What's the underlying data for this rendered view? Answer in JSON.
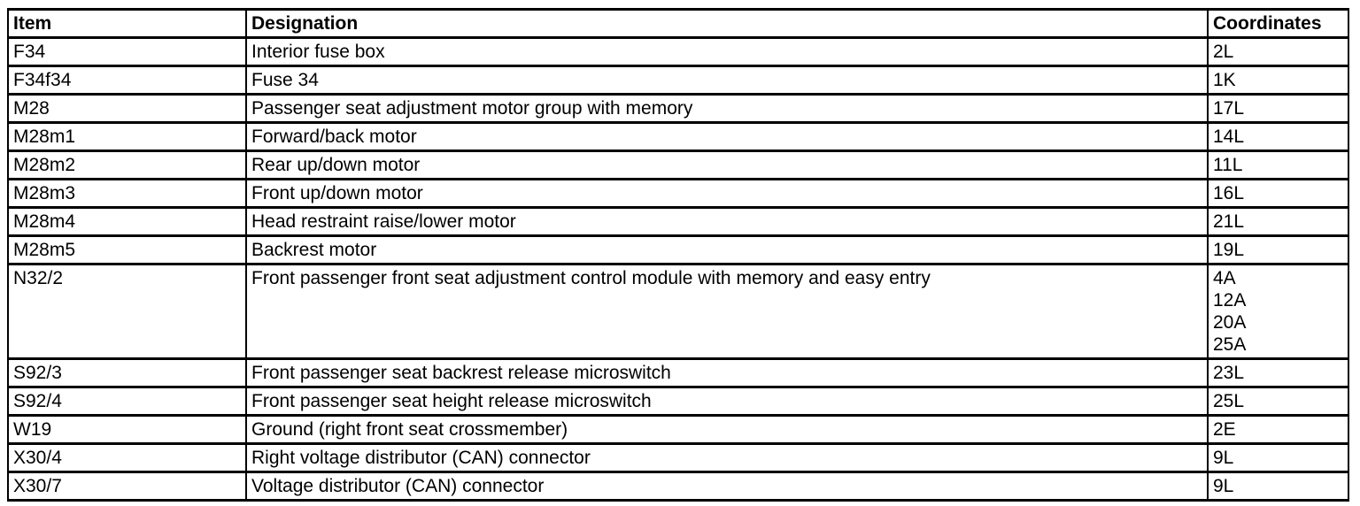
{
  "colors": {
    "border": "#000000",
    "text": "#000000",
    "background": "#ffffff"
  },
  "table": {
    "columns": [
      "Item",
      "Designation",
      "Coordinates"
    ],
    "rows": [
      {
        "item": "F34",
        "designation": "Interior fuse box",
        "coordinates": [
          "2L"
        ]
      },
      {
        "item": "F34f34",
        "designation": "Fuse 34",
        "coordinates": [
          "1K"
        ]
      },
      {
        "item": "M28",
        "designation": "Passenger seat adjustment motor group with memory",
        "coordinates": [
          "17L"
        ]
      },
      {
        "item": "M28m1",
        "designation": "Forward/back motor",
        "coordinates": [
          "14L"
        ]
      },
      {
        "item": "M28m2",
        "designation": "Rear up/down motor",
        "coordinates": [
          "11L"
        ]
      },
      {
        "item": "M28m3",
        "designation": "Front up/down motor",
        "coordinates": [
          "16L"
        ]
      },
      {
        "item": "M28m4",
        "designation": "Head restraint raise/lower motor",
        "coordinates": [
          "21L"
        ]
      },
      {
        "item": "M28m5",
        "designation": "Backrest motor",
        "coordinates": [
          "19L"
        ]
      },
      {
        "item": "N32/2",
        "designation": "Front passenger front seat adjustment control module with memory and easy entry",
        "coordinates": [
          "4A",
          "12A",
          "20A",
          "25A"
        ]
      },
      {
        "item": "S92/3",
        "designation": "Front passenger seat backrest release microswitch",
        "coordinates": [
          "23L"
        ]
      },
      {
        "item": "S92/4",
        "designation": "Front passenger seat height release microswitch",
        "coordinates": [
          "25L"
        ]
      },
      {
        "item": "W19",
        "designation": "Ground (right front seat crossmember)",
        "coordinates": [
          "2E"
        ]
      },
      {
        "item": "X30/4",
        "designation": "Right voltage distributor (CAN) connector",
        "coordinates": [
          "9L"
        ]
      },
      {
        "item": "X30/7",
        "designation": "Voltage distributor (CAN) connector",
        "coordinates": [
          "9L"
        ]
      }
    ]
  }
}
